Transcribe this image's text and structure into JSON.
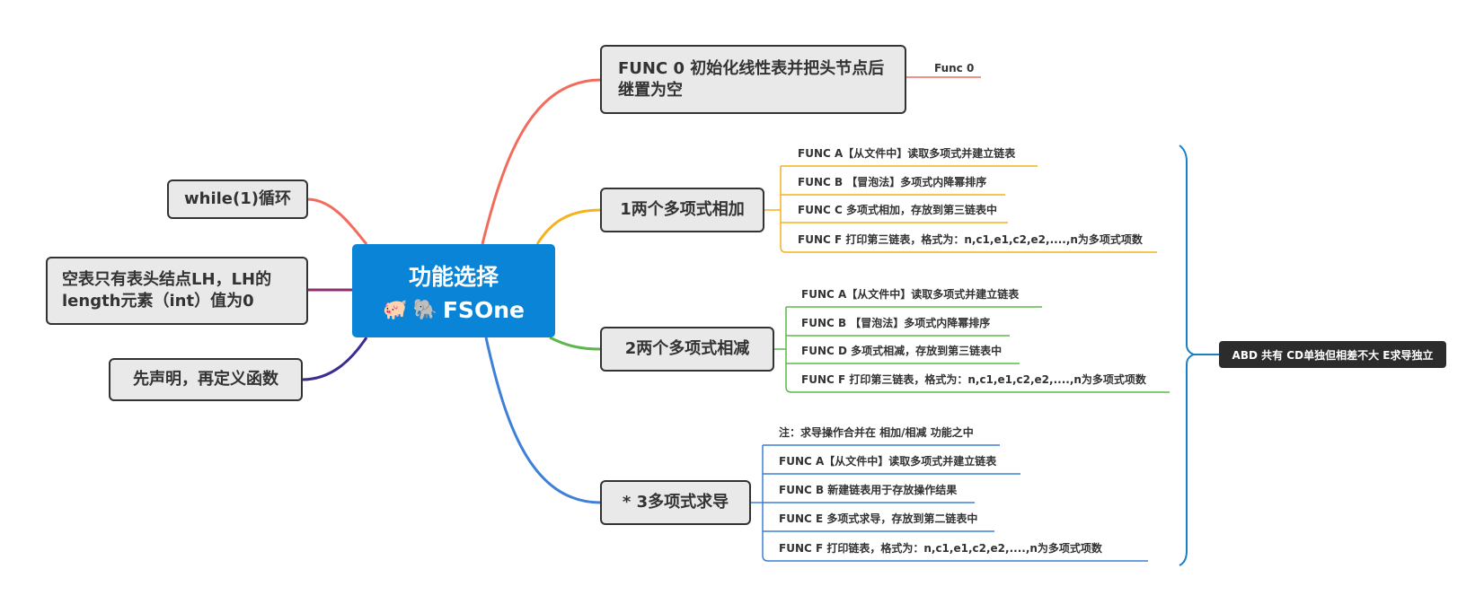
{
  "root": {
    "title": "功能选择",
    "subtitle": "FSOne",
    "icon1": "pig-emoji",
    "icon2": "elephant-emoji"
  },
  "left_nodes": [
    {
      "text": "while(1)循环",
      "color": "#f26c5e"
    },
    {
      "text": "空表只有表头结点LH，LH的 length元素（int）值为0",
      "color": "#8e2f6e"
    },
    {
      "text": "先声明，再定义函数",
      "color": "#3b2d8f"
    }
  ],
  "branches": [
    {
      "label": "FUNC 0 初始化线性表并把头节点后继置为空",
      "color": "#f26c5e",
      "children": [
        "Func 0"
      ]
    },
    {
      "label": "1两个多项式相加",
      "color": "#f3b21e",
      "children": [
        "FUNC A【从文件中】读取多项式并建立链表",
        "FUNC B 【冒泡法】多项式内降幂排序",
        "FUNC C 多项式相加，存放到第三链表中",
        "FUNC F 打印第三链表，格式为：n,c1,e1,c2,e2,....,n为多项式项数"
      ]
    },
    {
      "label": "2两个多项式相减",
      "color": "#5cb84a",
      "children": [
        "FUNC A【从文件中】读取多项式并建立链表",
        "FUNC B 【冒泡法】多项式内降幂排序",
        "FUNC D 多项式相减，存放到第三链表中",
        "FUNC F 打印第三链表，格式为：n,c1,e1,c2,e2,....,n为多项式项数"
      ]
    },
    {
      "label": "* 3多项式求导",
      "color": "#3d7fd9",
      "children": [
        "注：求导操作合并在 相加/相减 功能之中",
        "FUNC A【从文件中】读取多项式并建立链表",
        "FUNC B 新建链表用于存放操作结果",
        "FUNC E 多项式求导，存放到第二链表中",
        "FUNC F 打印链表，格式为：n,c1,e1,c2,e2,....,n为多项式项数"
      ]
    }
  ],
  "summary": {
    "text": "ABD 共有  CD单独但相差不大 E求导独立",
    "bracket_color": "#1a7fc4"
  }
}
